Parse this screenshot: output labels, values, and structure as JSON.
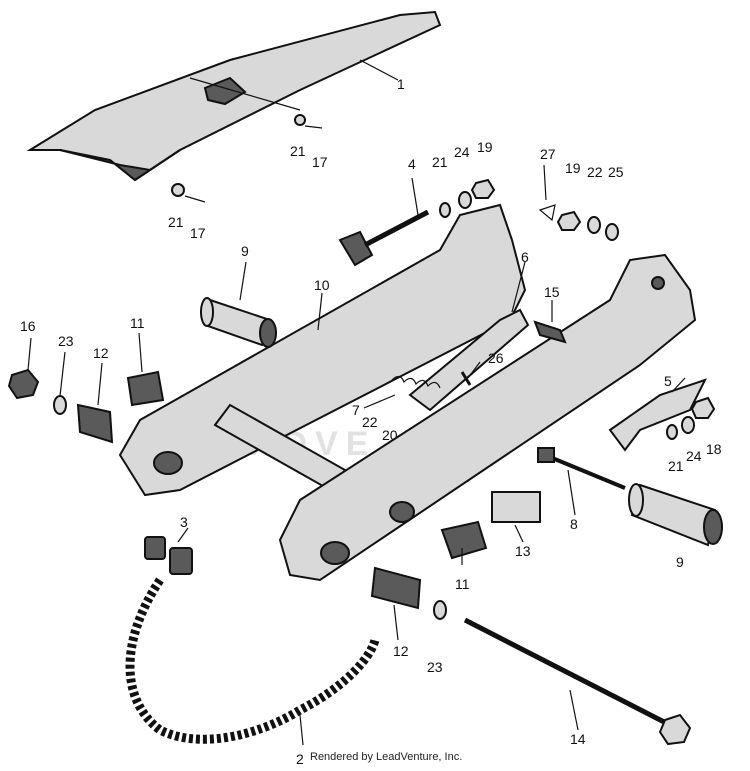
{
  "watermark": "ADVE",
  "credit": "Rendered by LeadVenture, Inc.",
  "callouts": [
    {
      "id": "c1",
      "text": "1"
    },
    {
      "id": "c2",
      "text": "2"
    },
    {
      "id": "c3",
      "text": "3"
    },
    {
      "id": "c4",
      "text": "4"
    },
    {
      "id": "c5",
      "text": "5"
    },
    {
      "id": "c6",
      "text": "6"
    },
    {
      "id": "c7",
      "text": "7"
    },
    {
      "id": "c8",
      "text": "8"
    },
    {
      "id": "c9a",
      "text": "9"
    },
    {
      "id": "c9b",
      "text": "9"
    },
    {
      "id": "c10",
      "text": "10"
    },
    {
      "id": "c11a",
      "text": "11"
    },
    {
      "id": "c11b",
      "text": "11"
    },
    {
      "id": "c12a",
      "text": "12"
    },
    {
      "id": "c12b",
      "text": "12"
    },
    {
      "id": "c13",
      "text": "13"
    },
    {
      "id": "c14",
      "text": "14"
    },
    {
      "id": "c15",
      "text": "15"
    },
    {
      "id": "c16",
      "text": "16"
    },
    {
      "id": "c17a",
      "text": "17"
    },
    {
      "id": "c17b",
      "text": "17"
    },
    {
      "id": "c18",
      "text": "18"
    },
    {
      "id": "c19a",
      "text": "19"
    },
    {
      "id": "c19b",
      "text": "19"
    },
    {
      "id": "c20",
      "text": "20"
    },
    {
      "id": "c21a",
      "text": "21"
    },
    {
      "id": "c21b",
      "text": "21"
    },
    {
      "id": "c21c",
      "text": "21"
    },
    {
      "id": "c21d",
      "text": "21"
    },
    {
      "id": "c22a",
      "text": "22"
    },
    {
      "id": "c22b",
      "text": "22"
    },
    {
      "id": "c23a",
      "text": "23"
    },
    {
      "id": "c23b",
      "text": "23"
    },
    {
      "id": "c24a",
      "text": "24"
    },
    {
      "id": "c24b",
      "text": "24"
    },
    {
      "id": "c25",
      "text": "25"
    },
    {
      "id": "c26",
      "text": "26"
    },
    {
      "id": "c27",
      "text": "27"
    }
  ]
}
